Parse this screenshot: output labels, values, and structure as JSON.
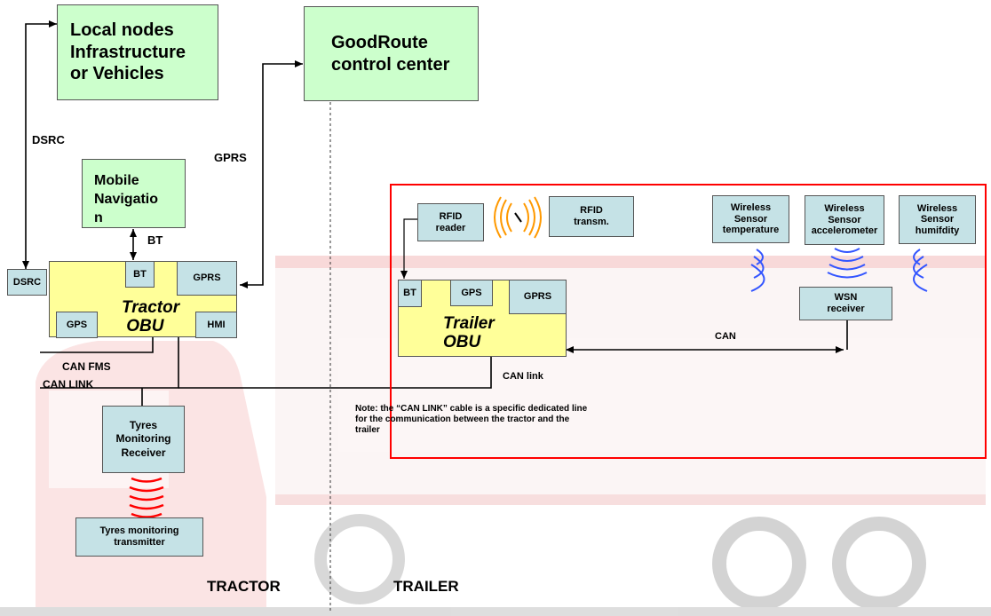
{
  "boxes": {
    "local_nodes": "Local nodes\nInfrastructure\nor Vehicles",
    "control_center": "GoodRoute\ncontrol center",
    "mobile_nav": "Mobile\nNavigatio\nn",
    "dsrc": "DSRC",
    "tractor_bt": "BT",
    "tractor_gprs": "GPRS",
    "tractor_gps": "GPS",
    "tractor_hmi": "HMI",
    "tractor_obu": "Tractor\n OBU",
    "tyres_receiver": "Tyres\nMonitoring\nReceiver",
    "tyres_transmitter": "Tyres monitoring\ntransmitter",
    "rfid_reader": "RFID\nreader",
    "rfid_transm": "RFID\ntransm.",
    "sensor_temperature": "Wireless\nSensor\ntemperature",
    "sensor_accelerometer": "Wireless\nSensor\naccelerometer",
    "sensor_humidity": "Wireless\nSensor\nhumifdity",
    "trailer_bt": "BT",
    "trailer_gps": "GPS",
    "trailer_gprs": "GPRS",
    "trailer_obu": "Trailer\nOBU",
    "wsn_receiver": "WSN\nreceiver"
  },
  "labels": {
    "dsrc": "DSRC",
    "gprs": "GPRS",
    "bt": "BT",
    "can_fms": "CAN FMS",
    "can_link": "CAN LINK",
    "can_link_small": "CAN link",
    "can": "CAN",
    "note": "Note: the “CAN LINK” cable is a specific dedicated line\nfor the communication between the  tractor and the\ntrailer",
    "tractor": "TRACTOR",
    "trailer": "TRAILER"
  },
  "colors": {
    "green_box": "#ccffcc",
    "teal_box": "#c5e2e6",
    "yellow_box": "#ffff99",
    "trailer_frame": "#ff0000",
    "rfid_waves": "#ff9900",
    "sensor_waves": "#3355ff",
    "tyre_waves": "#ff0000"
  }
}
